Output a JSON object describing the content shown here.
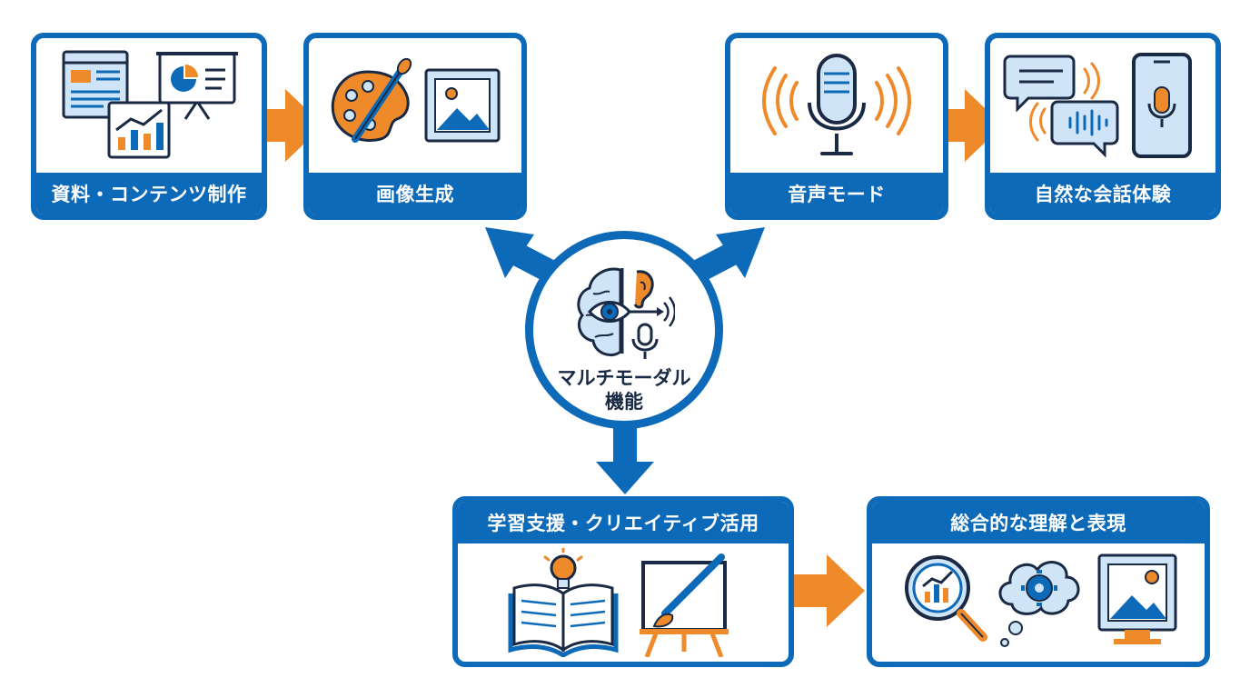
{
  "center": {
    "line1": "マルチモーダル",
    "line2": "機能"
  },
  "cards": {
    "materials": "資料・コンテンツ制作",
    "image_gen": "画像生成",
    "voice_mode": "音声モード",
    "conversation": "自然な会話体験",
    "learning": "学習支援・クリエイティブ活用",
    "understanding": "総合的な理解と表現"
  },
  "colors": {
    "primary_blue": "#0d6ab8",
    "accent_orange": "#ef8a2b",
    "light_blue": "#cfe4f6",
    "navy": "#1a2a44"
  },
  "icons": {
    "materials": [
      "document-icon",
      "bar-chart-icon",
      "presentation-board-icon"
    ],
    "image_gen": [
      "paint-palette-icon",
      "picture-frame-icon"
    ],
    "voice_mode": [
      "microphone-icon",
      "sound-waves-icon"
    ],
    "conversation": [
      "chat-bubbles-icon",
      "smartphone-mic-icon"
    ],
    "learning": [
      "open-book-lightbulb-icon",
      "easel-paintbrush-icon"
    ],
    "understanding": [
      "magnifier-chart-icon",
      "thought-gear-icon",
      "picture-frame-icon"
    ],
    "center": [
      "brain-eye-ear-mic-icon"
    ]
  }
}
